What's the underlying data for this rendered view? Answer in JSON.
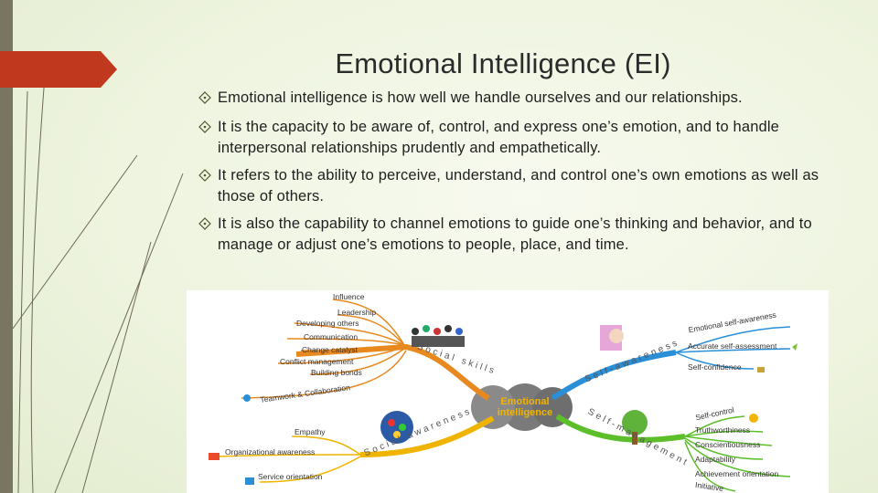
{
  "slide": {
    "title": "Emotional Intelligence (EI)",
    "bullets": [
      "Emotional intelligence is how well we handle ourselves and our relationships.",
      "It is the capacity to be aware of, control, and express one’s emotion, and to handle interpersonal relationships prudently and empathetically.",
      "It refers to the ability to perceive, understand, and control one’s own emotions as well as those of others.",
      "It is also the capability to channel emotions to guide one’s thinking and behavior, and to manage or adjust one’s emotions to people, place, and time."
    ],
    "accent_color": "#c0391f",
    "sidebar_color": "#7a7560"
  },
  "mindmap": {
    "center": {
      "line1": "Emotional",
      "line2": "intelligence"
    },
    "branches": {
      "social_skills": {
        "label": "Social skills",
        "color": "#e8891f"
      },
      "self_awareness": {
        "label": "Self-awareness",
        "color": "#2a8fd6"
      },
      "social_awareness": {
        "label": "Social awareness",
        "color": "#f0b400"
      },
      "self_management": {
        "label": "Self-management",
        "color": "#5cbf2a"
      }
    },
    "social_skills_items": [
      "Influence",
      "Leadership",
      "Developing others",
      "Communication",
      "Change catalyst",
      "Conflict management",
      "Building bonds",
      "Teamwork & Collaboration"
    ],
    "self_awareness_items": [
      "Emotional self-awareness",
      "Accurate self-assessment",
      "Self-confidence"
    ],
    "social_awareness_items": [
      "Empathy",
      "Organizational awareness",
      "Service orientation"
    ],
    "self_management_items": [
      "Self-control",
      "Truthworthiness",
      "Conscientiousness",
      "Adaptability",
      "Achievement orientation",
      "Initiative"
    ]
  }
}
